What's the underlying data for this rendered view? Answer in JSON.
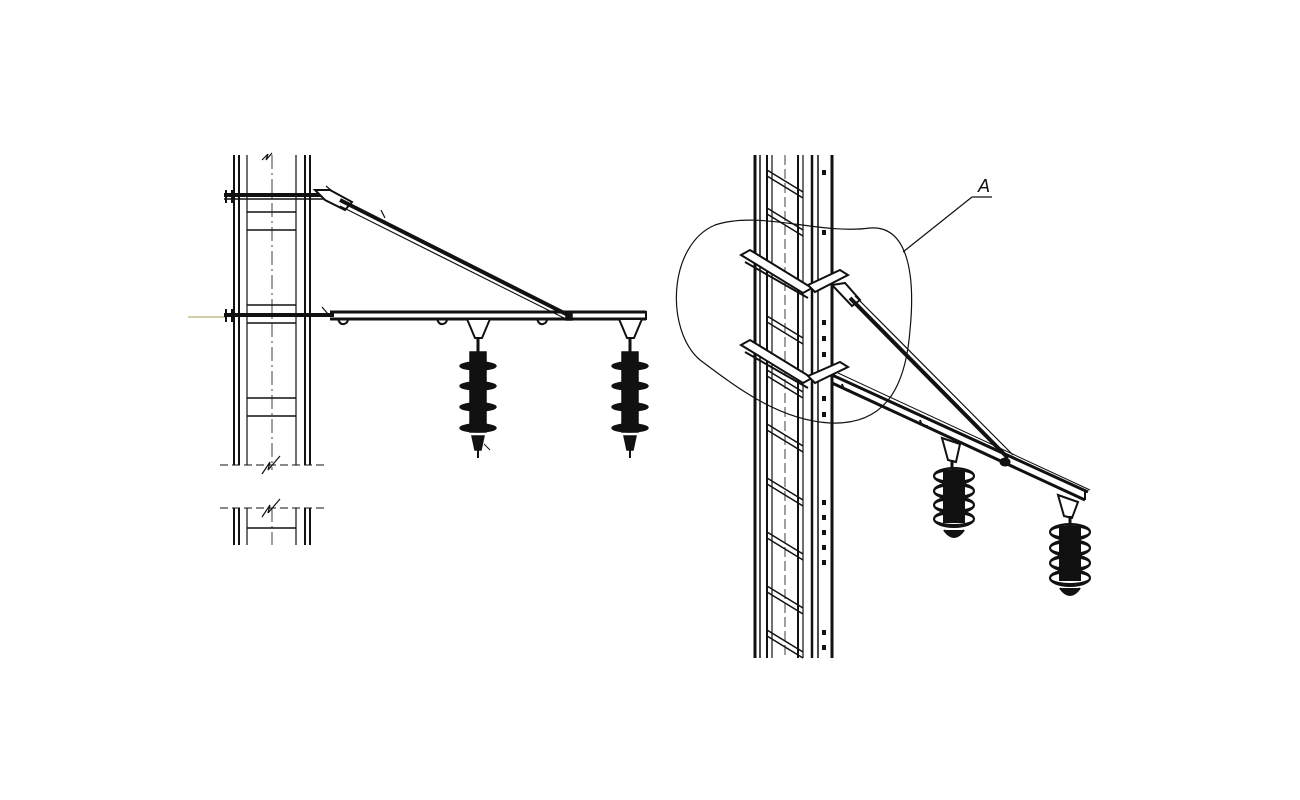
{
  "views": [
    {
      "id": "front",
      "description": "front"
    },
    {
      "id": "iso",
      "description": "iso"
    }
  ],
  "callout": {
    "label": "A"
  },
  "colors": {
    "line": "#111111",
    "accent": "#b8b070",
    "background": "#ffffff"
  },
  "insulators": {
    "front_count": 2,
    "iso_count": 2,
    "sheds_per_insulator": 4
  }
}
